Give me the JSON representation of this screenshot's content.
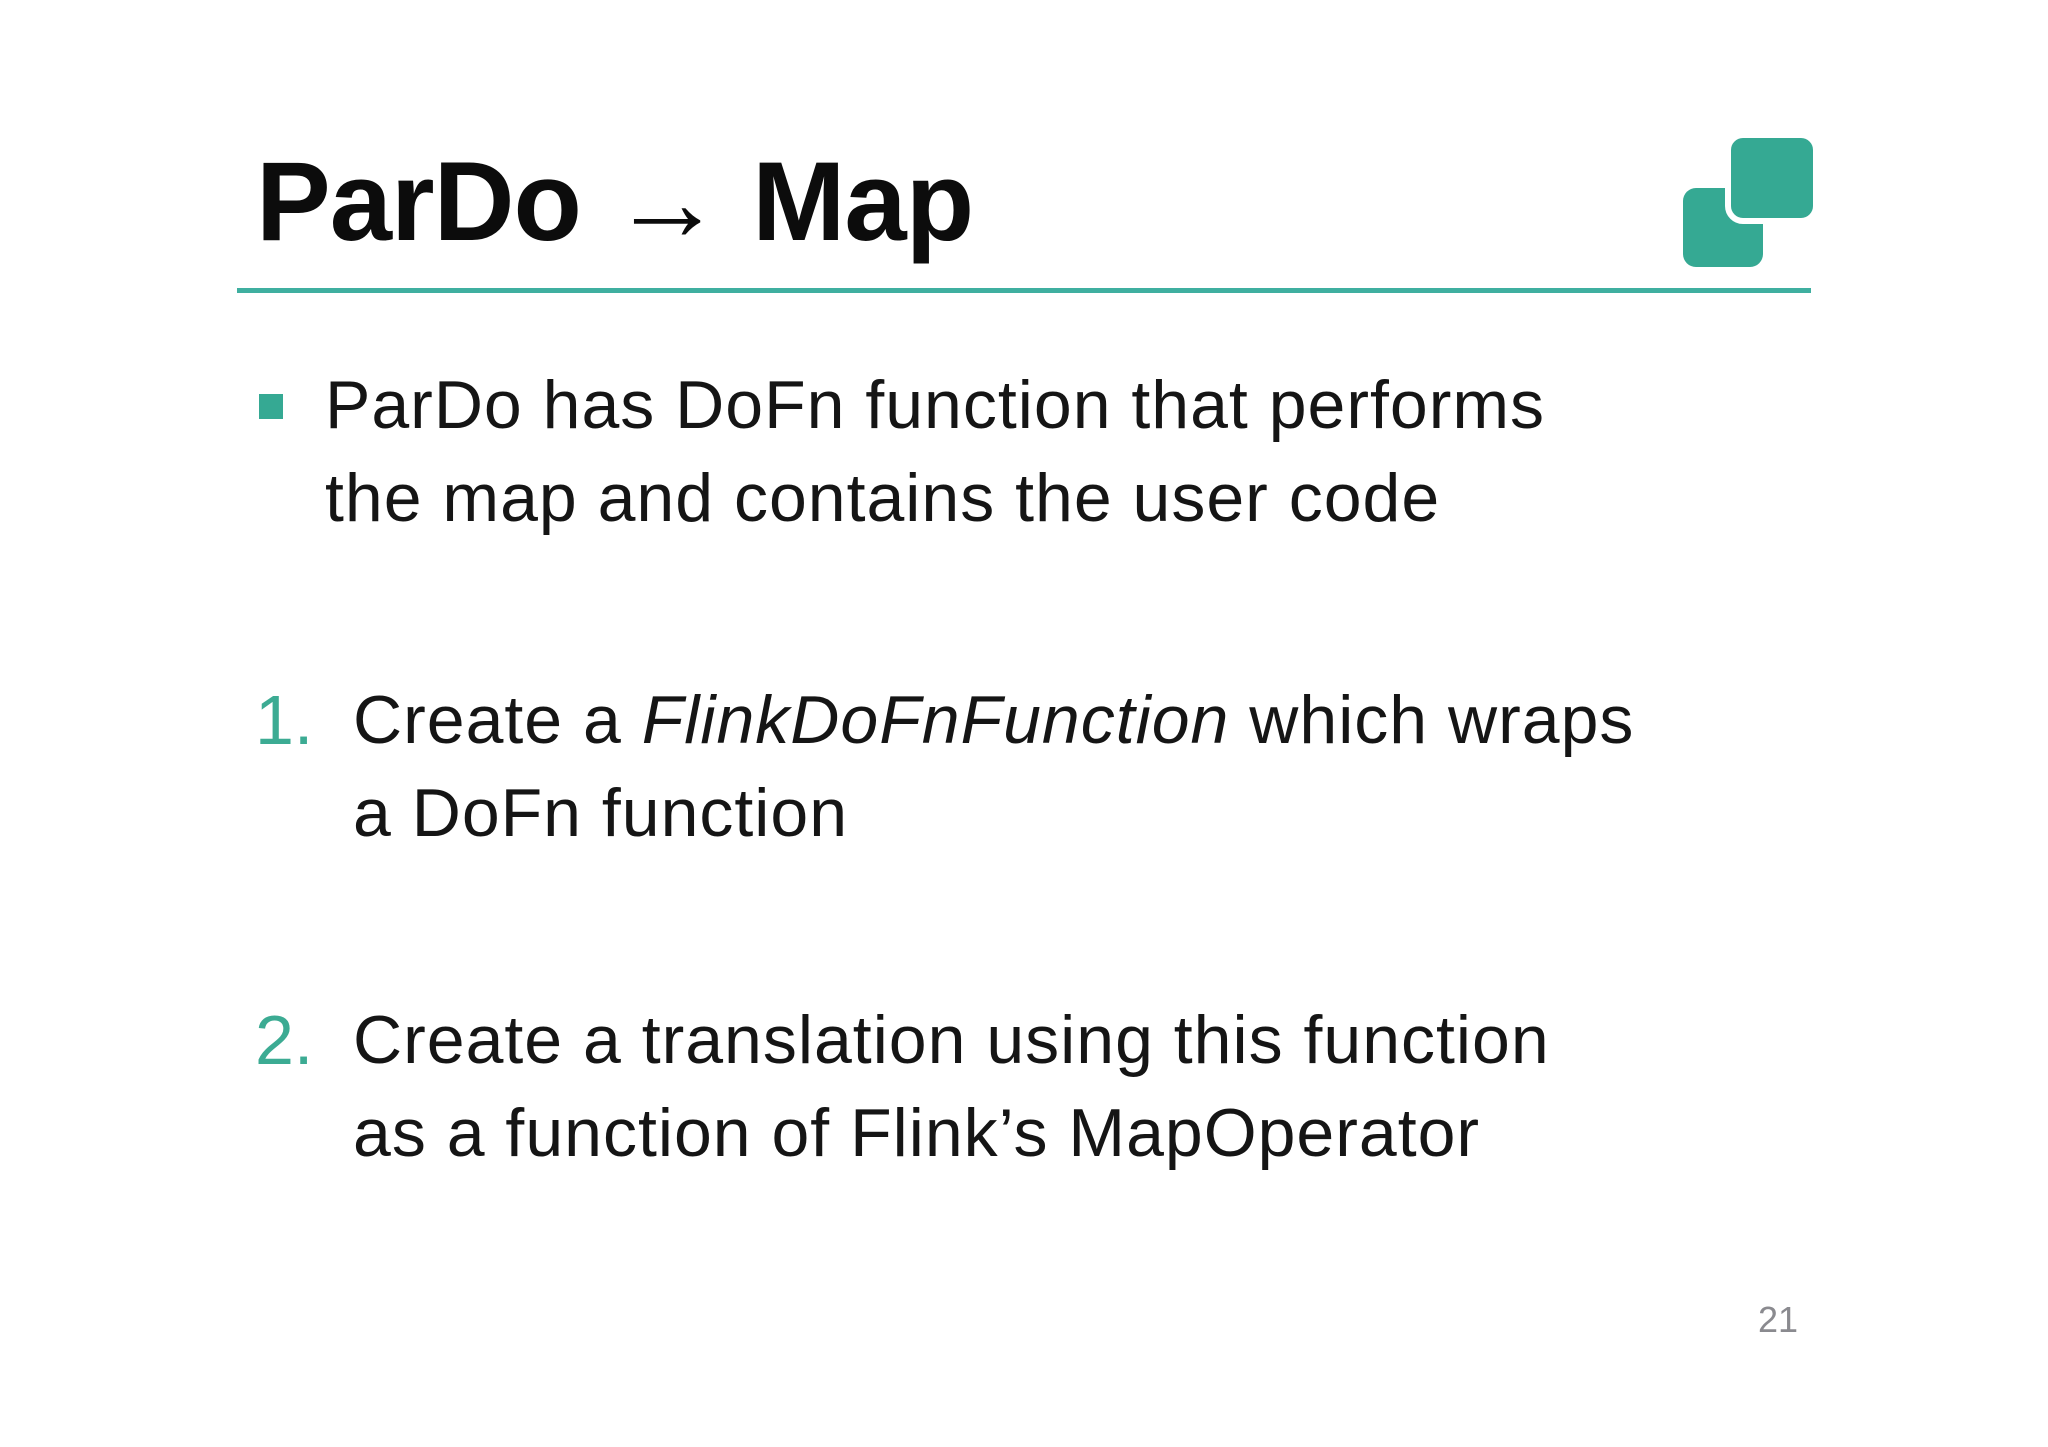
{
  "slide": {
    "title": "ParDo → Map",
    "bullet": {
      "line1": "ParDo has DoFn function that performs",
      "line2": "the map and contains the user code"
    },
    "items": [
      {
        "number": "1.",
        "line1_pre": "Create a ",
        "line1_italic": "FlinkDoFnFunction",
        "line1_post": " which wraps",
        "line2": "a DoFn function"
      },
      {
        "number": "2.",
        "line1": "Create a translation using this function",
        "line2": "as a function of Flink’s MapOperator"
      }
    ],
    "page_number": "21",
    "colors": {
      "accent_teal": "#35a993",
      "rule_teal": "#3fafa0",
      "number_teal": "#3cab93",
      "text_black": "#151515",
      "page_number_gray": "#8a8a8f"
    },
    "icons": {
      "logo": "overlapping-squares-icon"
    }
  }
}
